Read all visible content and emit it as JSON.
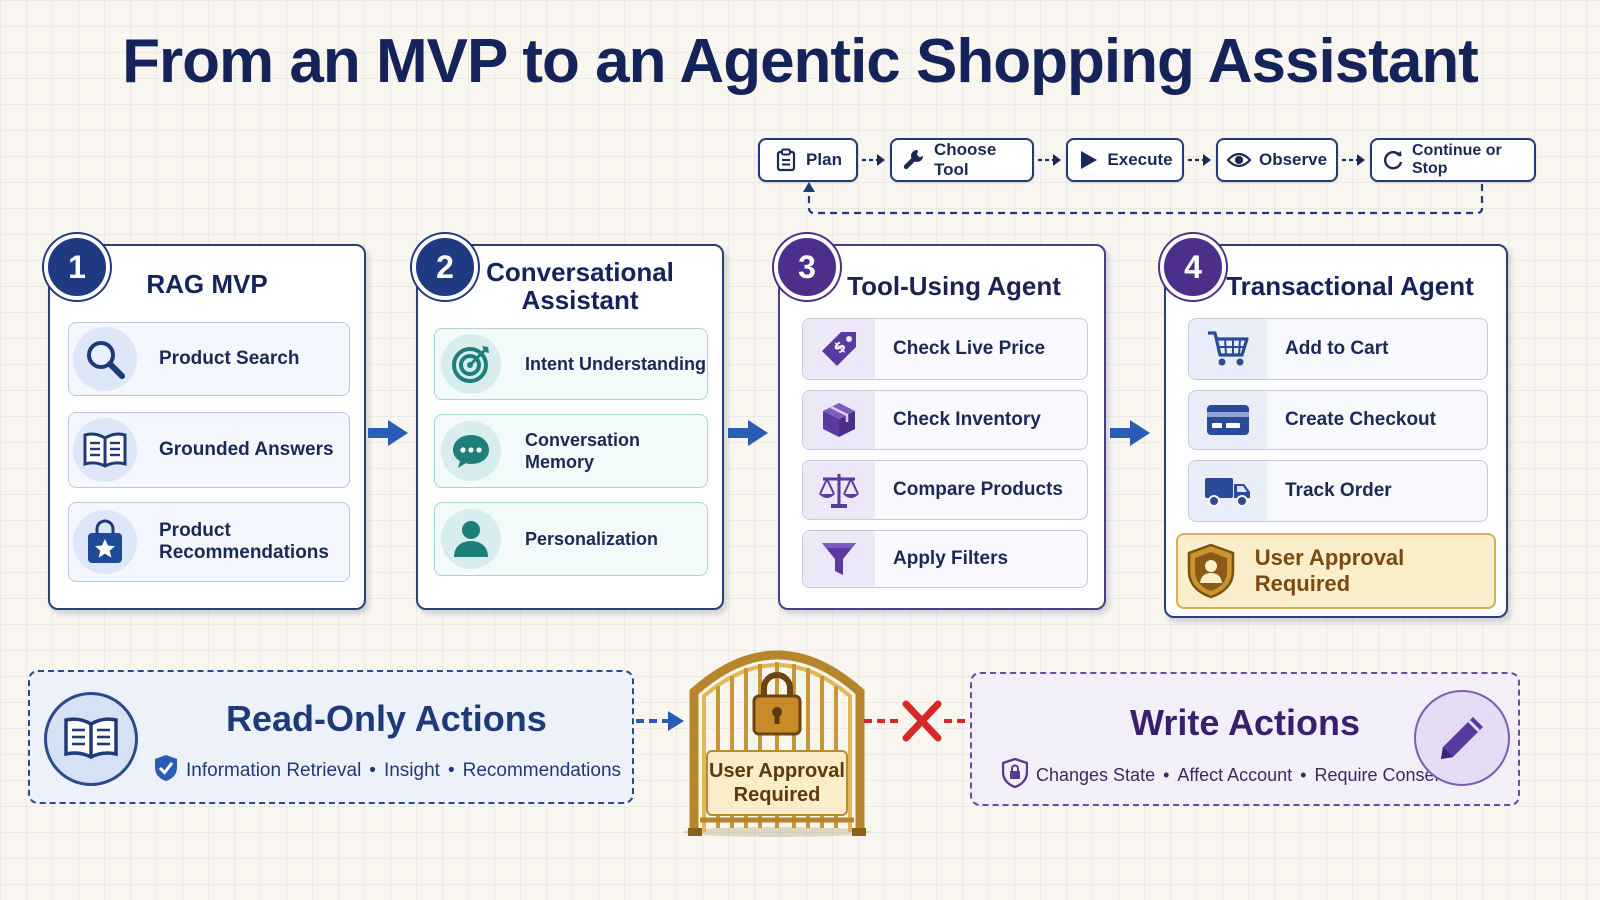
{
  "title": "From an MVP to an Agentic Shopping Assistant",
  "loop": {
    "steps": [
      {
        "label": "Plan",
        "icon": "clipboard-icon"
      },
      {
        "label": "Choose Tool",
        "icon": "wrench-icon"
      },
      {
        "label": "Execute",
        "icon": "play-icon"
      },
      {
        "label": "Observe",
        "icon": "eye-icon"
      },
      {
        "label": "Continue or Stop",
        "icon": "refresh-icon"
      }
    ]
  },
  "stages": [
    {
      "number": "1",
      "title": "RAG MVP",
      "items": [
        {
          "label": "Product Search",
          "icon": "search-icon"
        },
        {
          "label": "Grounded Answers",
          "icon": "book-icon"
        },
        {
          "label": "Product Recommendations",
          "label_lines": [
            "Product",
            "Recommendations"
          ],
          "icon": "shopping-bag-star-icon"
        }
      ]
    },
    {
      "number": "2",
      "title_lines": [
        "Conversational",
        "Assistant"
      ],
      "items": [
        {
          "label": "Intent Understanding",
          "icon": "target-icon"
        },
        {
          "label": "Conversation Memory",
          "icon": "chat-bubble-icon"
        },
        {
          "label": "Personalization",
          "icon": "user-icon"
        }
      ]
    },
    {
      "number": "3",
      "title": "Tool-Using Agent",
      "items": [
        {
          "label": "Check Live Price",
          "icon": "price-tag-icon"
        },
        {
          "label": "Check Inventory",
          "icon": "box-icon"
        },
        {
          "label": "Compare Products",
          "icon": "scales-icon"
        },
        {
          "label": "Apply Filters",
          "icon": "filter-icon"
        }
      ]
    },
    {
      "number": "4",
      "title": "Transactional Agent",
      "items": [
        {
          "label": "Add to Cart",
          "icon": "cart-icon"
        },
        {
          "label": "Create Checkout",
          "icon": "credit-card-icon"
        },
        {
          "label": "Track Order",
          "icon": "truck-icon"
        }
      ],
      "approval": {
        "label": "User Approval Required",
        "icon": "shield-user-icon"
      }
    }
  ],
  "read_only": {
    "title": "Read-Only Actions",
    "tags": [
      "Information Retrieval",
      "Insight",
      "Recommendations"
    ],
    "separator": "•",
    "icon": "open-book-icon"
  },
  "gate": {
    "label_lines": [
      "User Approval",
      "Required"
    ],
    "icon": "padlock-gate-icon"
  },
  "write": {
    "title": "Write Actions",
    "tags": [
      "Changes State",
      "Affect Account",
      "Require Consent"
    ],
    "separator": "•",
    "icon": "pencil-icon"
  },
  "colors": {
    "navy": "#14235a",
    "blue": "#2a5bb5",
    "teal": "#1e7f7a",
    "purple": "#4b2f8a",
    "gold": "#d9ae55",
    "red": "#d62828"
  }
}
